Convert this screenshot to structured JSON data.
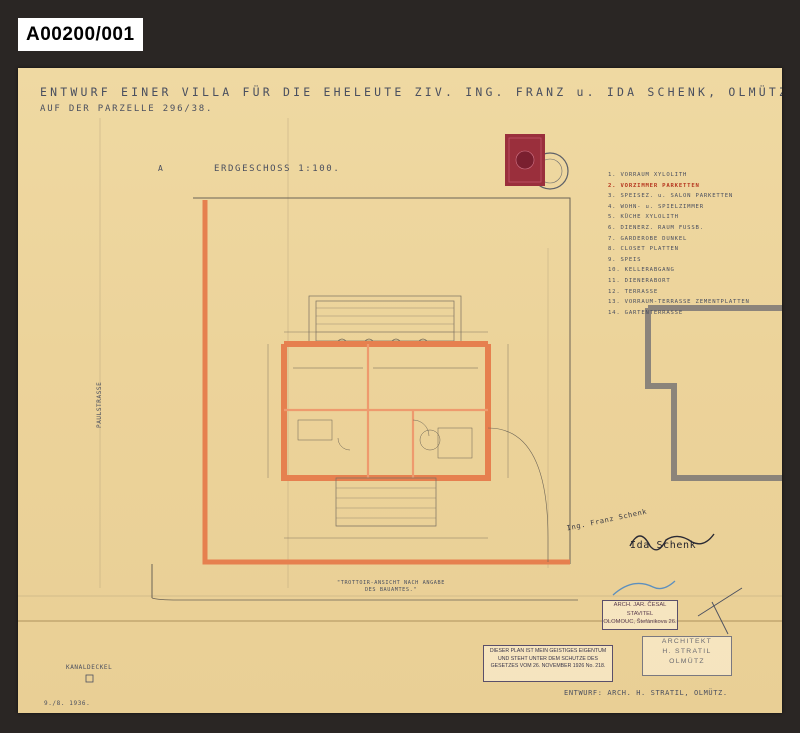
{
  "archive_id": "A00200/001",
  "title_line1": "ENTWURF EINER VILLA FÜR DIE EHELEUTE ZIV. ING. FRANZ u. IDA SCHENK, OLMÜTZ,",
  "title_line2": "AUF DER PARZELLE 296/38.",
  "floor_title": "ERDGESCHOSS  1:100.",
  "plan_label_a": "A",
  "legend": [
    "1. VORRAUM  XYLOLITH",
    "2. VORZIMMER  PARKETTEN",
    "3. SPEISEZ. u. SALON  PARKETTEN",
    "4. WOHN- u. SPIELZIMMER",
    "5. KÜCHE  XYLOLITH",
    "6. DIENERZ. RAUM  FUSSB.",
    "7. GARDEROBE  DUNKEL",
    "8. CLOSET  PLATTEN",
    "9. SPEIS",
    "10. KELLERABGANG",
    "11. DIENERABORT",
    "12. TERRASSE",
    "13. VORRAUM-TERRASSE  ZEMENTPLATTEN",
    "14. GARTENTERRASSE"
  ],
  "side_street": "PAULSTRASSE",
  "note_center": "\"TROTTOIR-ANSICHT NACH ANGABE DES BAUAMTES.\"",
  "kanal_label": "KANALDECKEL",
  "date_text": "9./8. 1936.",
  "signature_franz": "Ing. Franz Schenk",
  "signature_ida": "Ida Schenk",
  "stamp_cesal": {
    "line1": "ARCH. JAR. ČESAL",
    "line2": "STAVITEL",
    "line3": "OLOMOUC, Štefánikova 26."
  },
  "stamp_notice": {
    "line1": "DIESER PLAN IST MEIN GEISTIGES EIGENTUM",
    "line2": "UND STEHT UNTER DEM SCHUTZE DES",
    "line3": "GESETZES VOM 26. NOVEMBER 1926 No. 218."
  },
  "stamp_stratil": {
    "line1": "ARCHITEKT",
    "line2": "H. STRATIL",
    "line3": "OLMÜTZ"
  },
  "footer_entwurf": "ENTWURF: ARCH. H. STRATIL, OLMÜTZ.",
  "colors": {
    "paper": "#ecd39a",
    "wall_red": "#e6804f",
    "ink": "#4a4f5f",
    "background": "#2a2624"
  }
}
